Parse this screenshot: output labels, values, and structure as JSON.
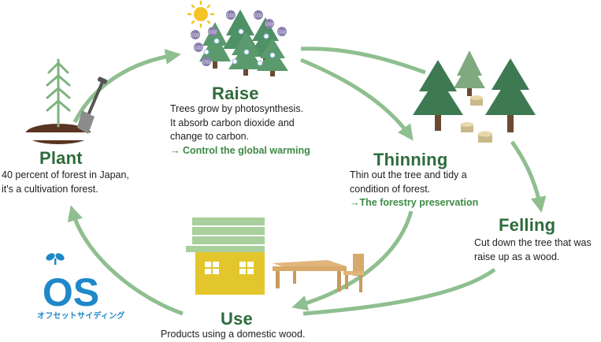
{
  "colors": {
    "title": "#2e6b3c",
    "emphasis": "#3d8a44",
    "arrow": "#8fbf8f",
    "tree_dark": "#3d7a52",
    "tree_light": "#7fa97f",
    "co2_bubble": "#8a7fae",
    "house_roof": "#a9cf9c",
    "house_wall": "#e3c62c",
    "wood": "#d7a96b",
    "logo": "#1e88c8",
    "sun": "#f5c228",
    "soil": "#5a3523"
  },
  "icons": {
    "sun": "sun-icon",
    "tree": "tree-icon",
    "shovel": "shovel-icon",
    "seedling": "seedling-icon",
    "house": "house-icon",
    "table": "table-icon",
    "chair": "chair-icon",
    "stump": "stump-icon",
    "co2": "co2-bubble-icon"
  },
  "stages": {
    "raise": {
      "title": "Raise",
      "lines": [
        "Trees grow by photosynthesis.",
        "It absorb carbon dioxide and",
        "change to carbon."
      ],
      "note": "→ Control the global warming"
    },
    "thinning": {
      "title": "Thinning",
      "lines": [
        "Thin out the tree and tidy a",
        "condition of forest."
      ],
      "note": "→The forestry preservation"
    },
    "felling": {
      "title": "Felling",
      "lines": [
        "Cut down the tree that was",
        "raise up as a wood."
      ]
    },
    "use": {
      "title": "Use",
      "lines": [
        "Products using a domestic wood."
      ]
    },
    "plant": {
      "title": "Plant",
      "lines": [
        "40 percent of forest in Japan,",
        "it's a cultivation forest."
      ]
    }
  },
  "logo": {
    "mark": "OS",
    "name": "オフセットサイディング"
  },
  "co2_label": "CO2"
}
